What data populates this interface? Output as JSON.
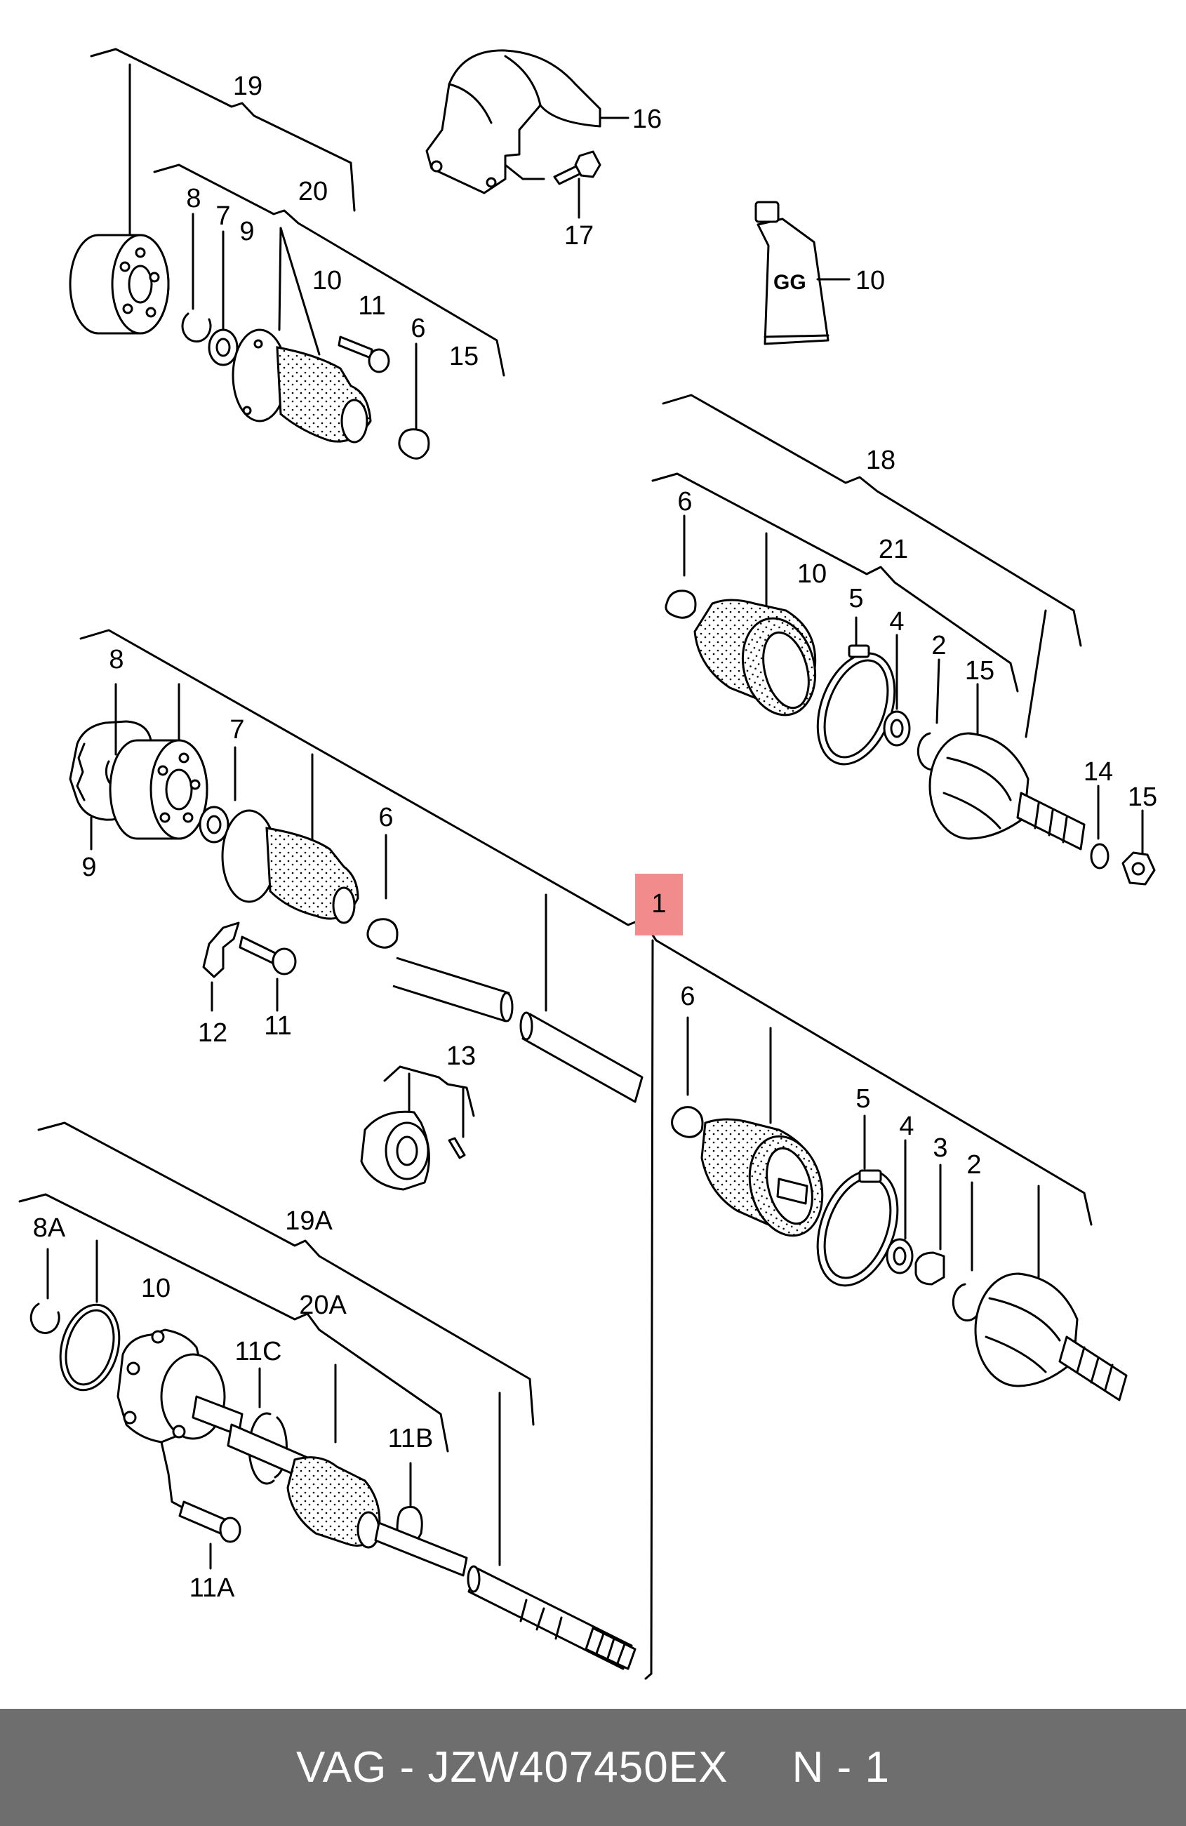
{
  "footer": {
    "brand": "VAG",
    "separator": " - ",
    "part_number": "JZW407450EX",
    "gap": "     ",
    "note": "N - 1"
  },
  "colors": {
    "highlight": "#f28b8b",
    "footer_bg": "#6e6e6e",
    "footer_text": "#ffffff"
  },
  "callouts": {
    "c19": "19",
    "c20": "20",
    "c8_top": "8",
    "c7_top": "7",
    "c9_top": "9",
    "c10_top": "10",
    "c11_top": "11",
    "c6_top": "6",
    "c15_top": "15",
    "c16": "16",
    "c17": "17",
    "c10_grease": "10",
    "c18": "18",
    "c21": "21",
    "c6_right": "6",
    "c10_right": "10",
    "c5_right": "5",
    "c4_right": "4",
    "c2_right": "2",
    "c15_right": "15",
    "c14": "14",
    "c15_nut": "15",
    "c8_mid": "8",
    "c7_mid": "7",
    "c9_mid": "9",
    "c6_mid": "6",
    "c12": "12",
    "c11_mid": "11",
    "c1": "1",
    "c13": "13",
    "c6_low": "6",
    "c5_low": "5",
    "c4_low": "4",
    "c3": "3",
    "c2_low": "2",
    "c19A": "19A",
    "c8A": "8A",
    "c10_low": "10",
    "c20A": "20A",
    "c11C": "11C",
    "c11B": "11B",
    "c11A": "11A"
  }
}
